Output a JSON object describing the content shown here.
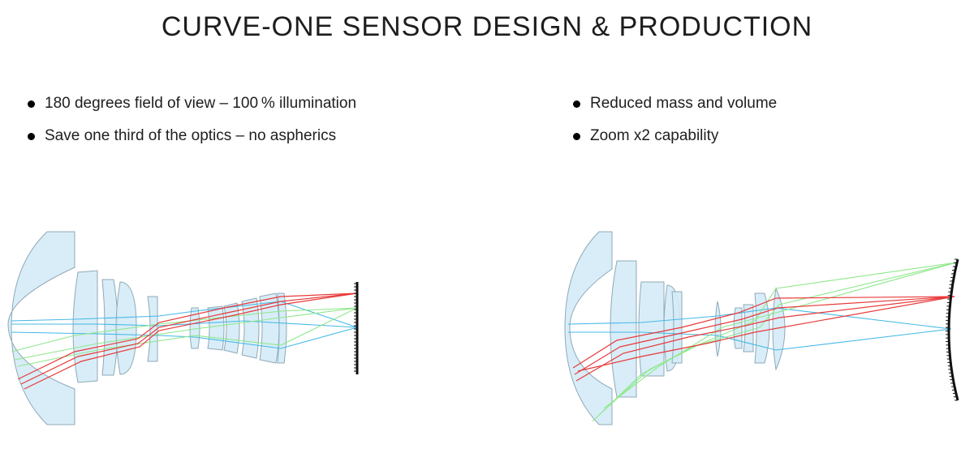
{
  "title": "CURVE-ONE SENSOR DESIGN & PRODUCTION",
  "bullets_left": [
    "180 degrees field of view – 100 % illumination",
    "Save one third of the optics – no aspherics"
  ],
  "bullets_right": [
    "Reduced mass and volume",
    "Zoom x2 capability"
  ],
  "colors": {
    "lens_fill": "#d4ebf7",
    "lens_stroke": "#8fa9b8",
    "ray_red": "#e8393a",
    "ray_green": "#8ee88a",
    "ray_blue": "#45b8e6",
    "sensor": "#111111"
  }
}
